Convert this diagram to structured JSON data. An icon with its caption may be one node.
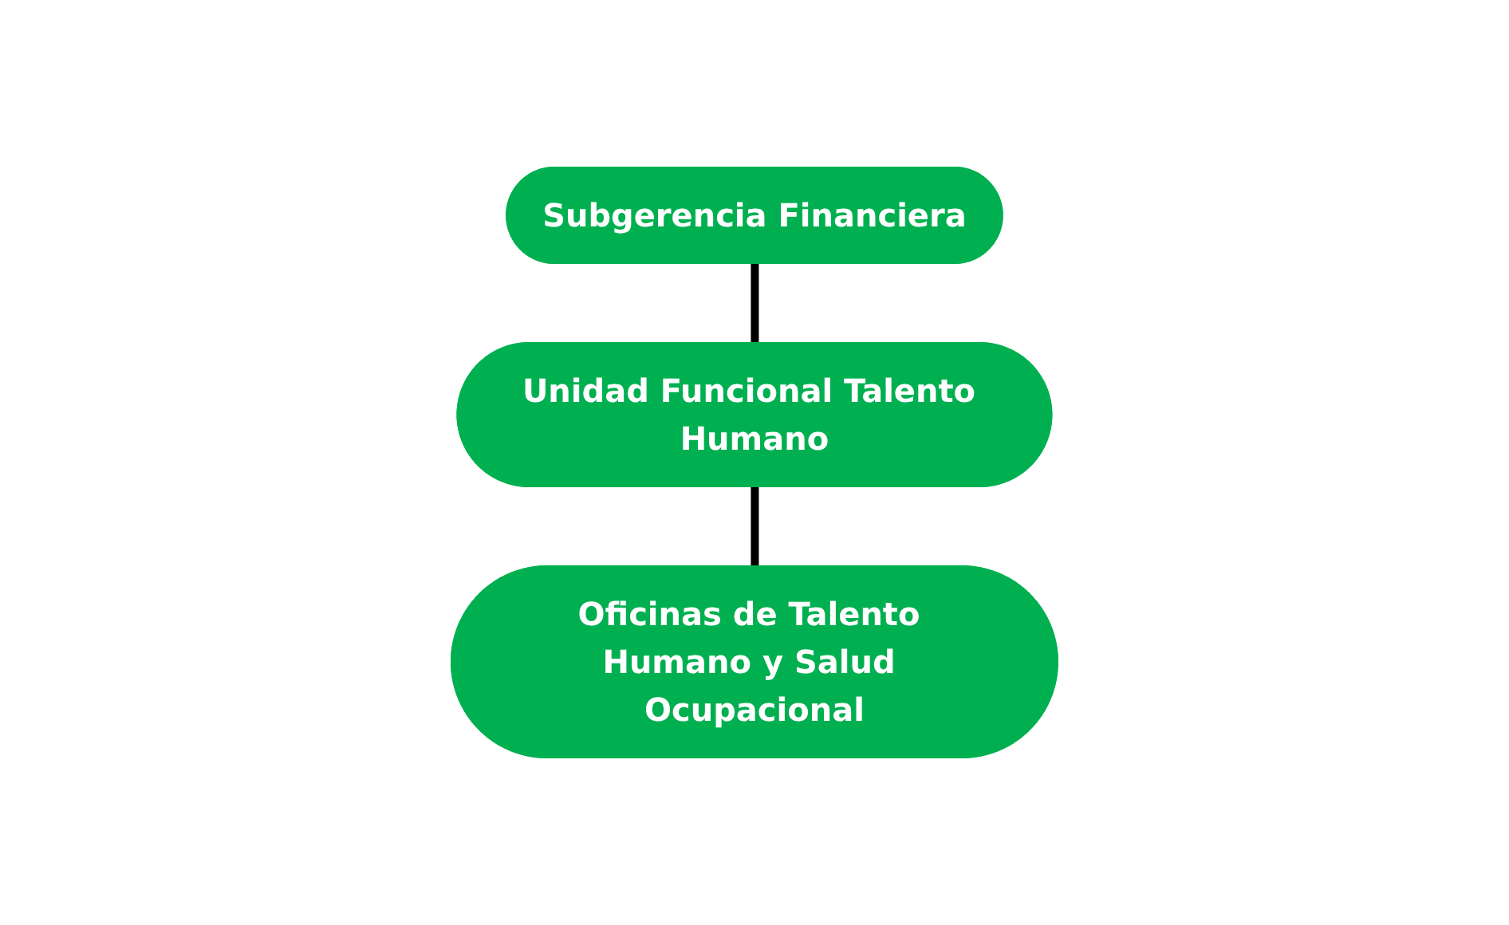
{
  "diagram": {
    "nodes": [
      {
        "text": [
          "Subgerencia Financiera"
        ]
      },
      {
        "text": [
          "Unidad Funcional Talento Humano"
        ]
      },
      {
        "text": [
          "Oficinas de Talento Humano y Salud Ocupacional"
        ]
      }
    ],
    "edges": [
      {
        "from": 0,
        "to": 1,
        "arrow": "none"
      },
      {
        "from": 1,
        "to": 2,
        "arrow": "none"
      }
    ]
  }
}
